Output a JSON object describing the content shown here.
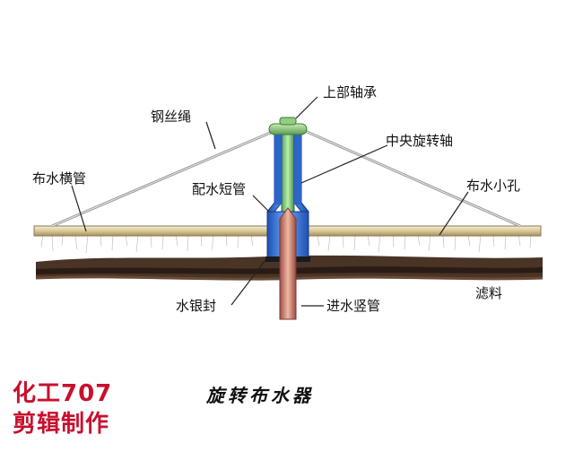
{
  "labels": {
    "upper_bearing": "上部轴承",
    "steel_wire_rope": "钢丝绳",
    "central_shaft": "中央旋转轴",
    "horizontal_pipe": "布水横管",
    "distribution_pipe": "配水短管",
    "small_hole": "布水小孔",
    "mercury_seal": "水银封",
    "inlet_pipe": "进水竖管",
    "filter_media": "滤料"
  },
  "brand": {
    "line1": "化工707",
    "line2": "剪辑制作"
  },
  "caption": "旋转布水器",
  "colors": {
    "shaft_green": "#7ec87a",
    "pipe_blue": "#3a78d8",
    "inlet_copper": "#c9806a",
    "bearing_green": "#9fd68a",
    "horizontal_pipe": "#e8dcb4",
    "media_dark": "#3a2a20",
    "brand_red": "#c8102e"
  }
}
